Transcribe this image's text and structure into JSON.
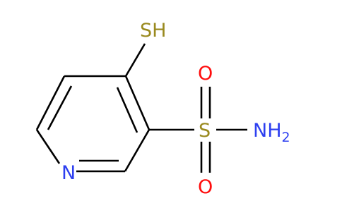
{
  "molecule": {
    "labels": {
      "thiol": "SH",
      "sulfur": "S",
      "oxygen_top": "O",
      "oxygen_bottom": "O",
      "amine": "NH",
      "amine_subscript": "2",
      "ring_nitrogen": "N"
    },
    "colors": {
      "bond": "#000000",
      "sulfur": "#9a8a1f",
      "oxygen": "#ff0d0d",
      "nitrogen": "#2d3ff0"
    }
  }
}
